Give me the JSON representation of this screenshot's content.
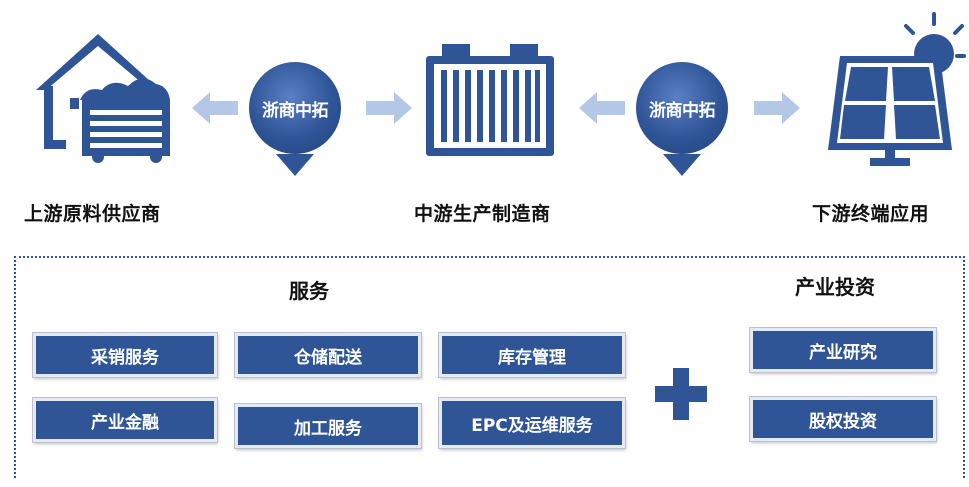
{
  "chain": {
    "upstream": {
      "label": "上游原料供应商",
      "icon": "warehouse-icon"
    },
    "midstream": {
      "label": "中游生产制造商",
      "icon": "battery-icon"
    },
    "downstream": {
      "label": "下游终端应用",
      "icon": "solar-panel-icon"
    },
    "badge_left": "浙商中拓",
    "badge_right": "浙商中拓"
  },
  "services": {
    "title": "服务",
    "items": [
      "采销服务",
      "仓储配送",
      "库存管理",
      "产业金融",
      "加工服务",
      "EPC及运维服务"
    ]
  },
  "investment": {
    "title": "产业投资",
    "items": [
      "产业研究",
      "股权投资"
    ]
  },
  "colors": {
    "primary": "#2f5597",
    "arrow": "#b4c7e7",
    "border": "#e6e9ef"
  }
}
